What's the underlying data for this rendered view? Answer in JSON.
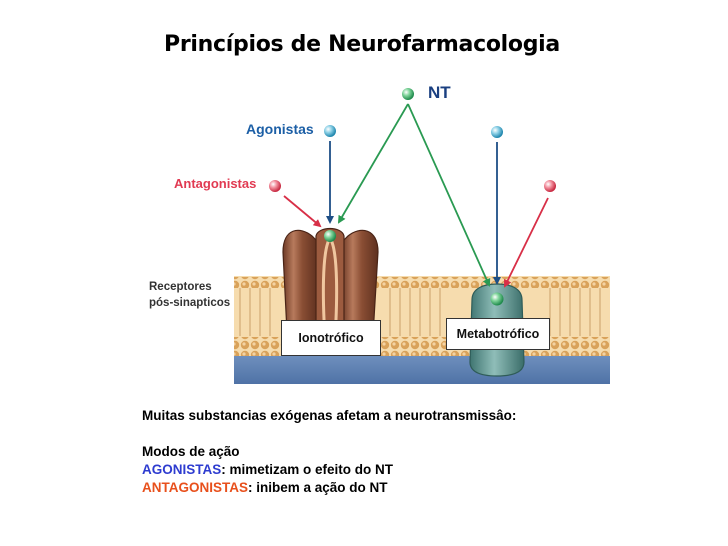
{
  "title": "Princípios de Neurofarmacologia",
  "diagram": {
    "nt_label": "NT",
    "agonists_label": "Agonistas",
    "antagonists_label": "Antagonistas",
    "receptors_label_line1": "Receptores",
    "receptors_label_line2": "pós-sinapticos",
    "ionotropic_label": "Ionotrófico",
    "metabotropic_label": "Metabotrófico",
    "colors": {
      "nt": "#2aa35e",
      "agonist": "#2f9fc4",
      "antagonist": "#e0435a",
      "membrane": "#f0c98a",
      "ion_channel": "#9a5a3e",
      "metabotropic_receptor": "#5f9a97",
      "intracellular": "#5a7fb0"
    }
  },
  "text": {
    "intro": "Muitas substancias exógenas afetam a neurotransmissâo:",
    "modes_heading": "Modos de ação",
    "agonists_term": "AGONISTAS",
    "agonists_desc": ": mimetizam o efeito do NT",
    "antagonists_term": "ANTAGONISTAS",
    "antagonists_desc": ": inibem a ação do NT"
  }
}
